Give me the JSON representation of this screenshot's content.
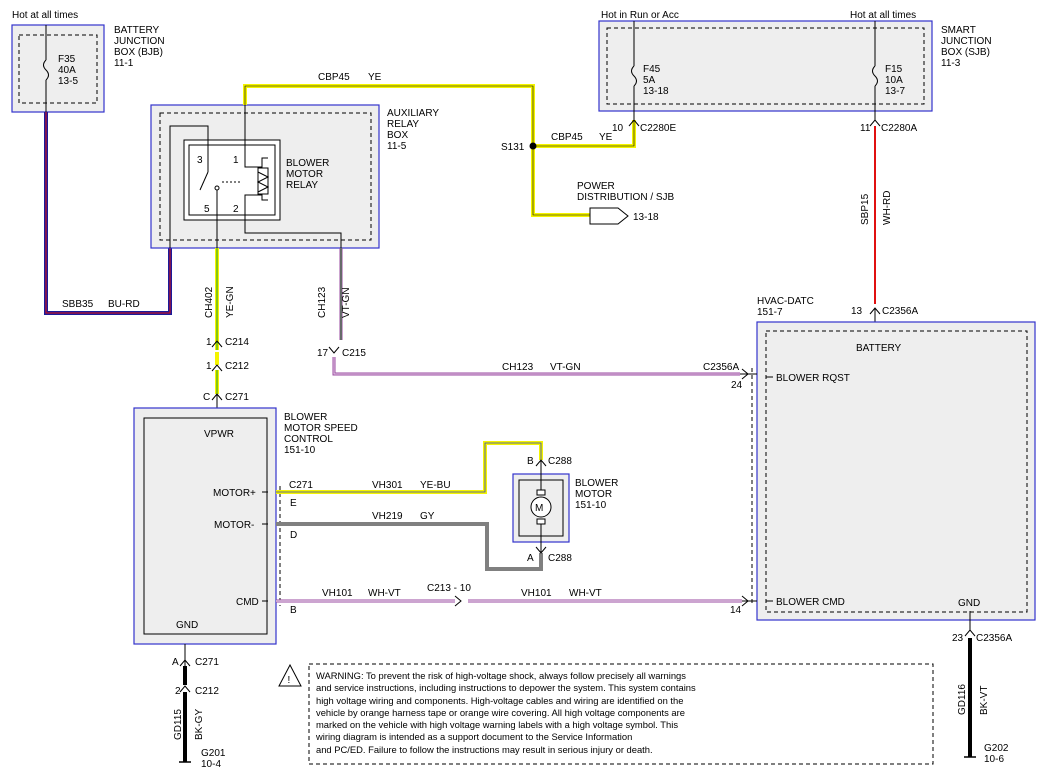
{
  "bjb": {
    "hot": "Hot at all times",
    "name": [
      "BATTERY",
      "JUNCTION",
      "BOX (BJB)",
      "11-1"
    ],
    "fuse": [
      "F35",
      "40A",
      "13-5"
    ]
  },
  "sjb": {
    "hot_left": "Hot in Run or Acc",
    "hot_right": "Hot at all times",
    "name": [
      "SMART",
      "JUNCTION",
      "BOX (SJB)",
      "11-3"
    ],
    "fuse_left": [
      "F45",
      "5A",
      "13-18"
    ],
    "fuse_right": [
      "F15",
      "10A",
      "13-7"
    ],
    "pin_left": "10",
    "conn_left": "C2280E",
    "pin_right": "11",
    "conn_right": "C2280A"
  },
  "aux_box": {
    "name": [
      "AUXILIARY",
      "RELAY",
      "BOX",
      "11-5"
    ],
    "relay": [
      "BLOWER",
      "MOTOR",
      "RELAY"
    ],
    "pins": [
      "3",
      "1",
      "5",
      "2"
    ]
  },
  "splice": {
    "name": "S131",
    "top_circuit": "CBP45",
    "top_color": "YE",
    "right_circuit": "CBP45",
    "right_color": "YE",
    "power_dist": [
      "POWER",
      "DISTRIBUTION / SJB"
    ],
    "power_ref": "13-18"
  },
  "sbb35": {
    "circuit": "SBB35",
    "color": "BU-RD"
  },
  "ch402": {
    "circuit": "CH402",
    "color": "YE-GN"
  },
  "ch123": {
    "circuit": "CH123",
    "color": "VT-GN",
    "pin": "17",
    "conn": "C215",
    "horiz_circuit": "CH123",
    "horiz_color": "VT-GN",
    "end_conn": "C2356A",
    "end_pin": "24"
  },
  "sbp15": {
    "circuit": "SBP15",
    "color": "WH-RD"
  },
  "connectors_ch402": [
    {
      "pin": "1",
      "conn": "C214"
    },
    {
      "pin": "1",
      "conn": "C212"
    },
    {
      "pin": "C",
      "conn": "C271"
    }
  ],
  "speed_control": {
    "name": [
      "BLOWER",
      "MOTOR SPEED",
      "CONTROL",
      "151-10"
    ],
    "vpwr": "VPWR",
    "motor_plus": "MOTOR+",
    "motor_minus": "MOTOR-",
    "cmd": "CMD",
    "gnd": "GND",
    "conn": "C271",
    "pin_e": "E",
    "pin_d": "D",
    "pin_b": "B"
  },
  "vh301": {
    "circuit": "VH301",
    "color": "YE-BU"
  },
  "vh219": {
    "circuit": "VH219",
    "color": "GY"
  },
  "vh101": {
    "circuit": "VH101",
    "color": "WH-VT",
    "inline": "C213 -  10",
    "circuit2": "VH101",
    "color2": "WH-VT",
    "end_pin": "14"
  },
  "motor": {
    "name": [
      "BLOWER",
      "MOTOR",
      "151-10"
    ],
    "pin_b": "B",
    "conn_b": "C288",
    "pin_a": "A",
    "conn_a": "C288",
    "symbol": "M"
  },
  "hvac": {
    "name": [
      "HVAC-DATC",
      "151-7"
    ],
    "pin": "13",
    "conn": "C2356A",
    "battery": "BATTERY",
    "blower_rqst": "BLOWER RQST",
    "blower_cmd": "BLOWER CMD",
    "gnd": "GND"
  },
  "ground_left": {
    "pin1": "A",
    "conn1": "C271",
    "pin2": "2",
    "conn2": "C212",
    "circuit": "GD115",
    "color": "BK-GY",
    "ground": "G201",
    "ref": "10-4"
  },
  "ground_right": {
    "pin": "23",
    "conn": "C2356A",
    "circuit": "GD116",
    "color": "BK-VT",
    "ground": "G202",
    "ref": "10-6"
  },
  "warning": {
    "symbol": "!",
    "lines": [
      "WARNING: To prevent the risk of high-voltage shock, always follow precisely all warnings",
      "and service instructions, including instructions to depower the system. This system contains",
      "high voltage wiring and components. High-voltage cables and wiring are identified on the",
      "vehicle by orange harness tape or orange wire covering. All high voltage components are",
      "marked on the vehicle with high voltage warning labels with a high voltage symbol. This",
      "wiring diagram is intended as a support document to the Service Information",
      "and PC/ED. Failure to follow the instructions may result in serious injury or death."
    ]
  },
  "colors": {
    "box_border": "#3333cc",
    "box_fill": "#eeeeee",
    "yellow": "#f4f400",
    "blue": "#1a1a9a",
    "red": "#e01010",
    "violet": "#9a4aa0",
    "gray": "#808080"
  }
}
